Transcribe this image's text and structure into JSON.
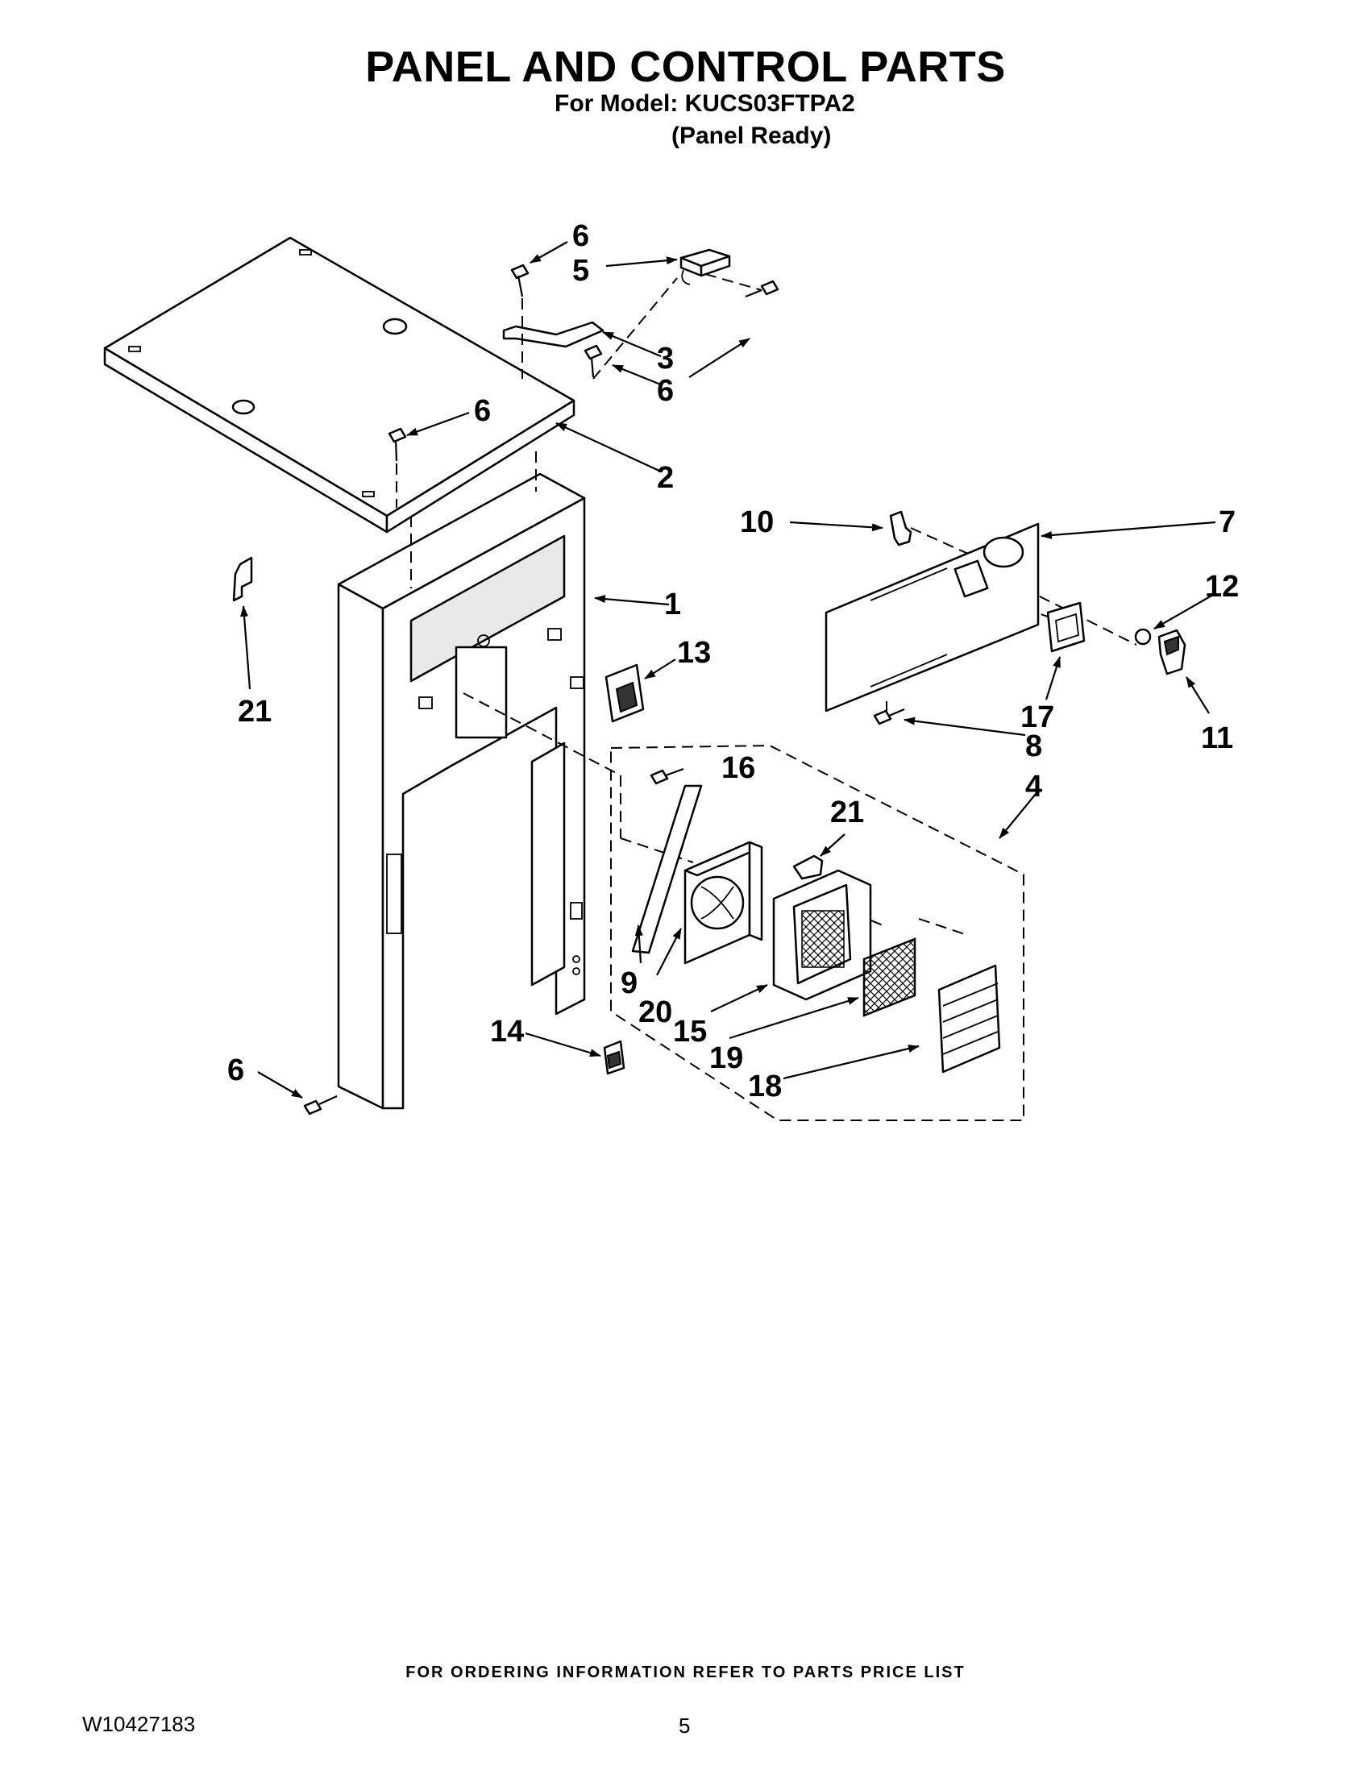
{
  "header": {
    "title": "PANEL AND CONTROL PARTS",
    "model_line": "For Model: KUCS03FTPA2",
    "variant": "(Panel Ready)"
  },
  "callouts": {
    "c1": "1",
    "c2": "2",
    "c3": "3",
    "c4": "4",
    "c5": "5",
    "c6a": "6",
    "c6b": "6",
    "c6c": "6",
    "c6d": "6",
    "c7": "7",
    "c8": "8",
    "c9": "9",
    "c10": "10",
    "c11": "11",
    "c12": "12",
    "c13": "13",
    "c14": "14",
    "c15": "15",
    "c16": "16",
    "c17": "17",
    "c18": "18",
    "c19": "19",
    "c20": "20",
    "c21a": "21",
    "c21b": "21"
  },
  "footer": {
    "ordering": "FOR ORDERING INFORMATION REFER TO PARTS PRICE LIST",
    "doc_number": "W10427183",
    "page_number": "5"
  }
}
